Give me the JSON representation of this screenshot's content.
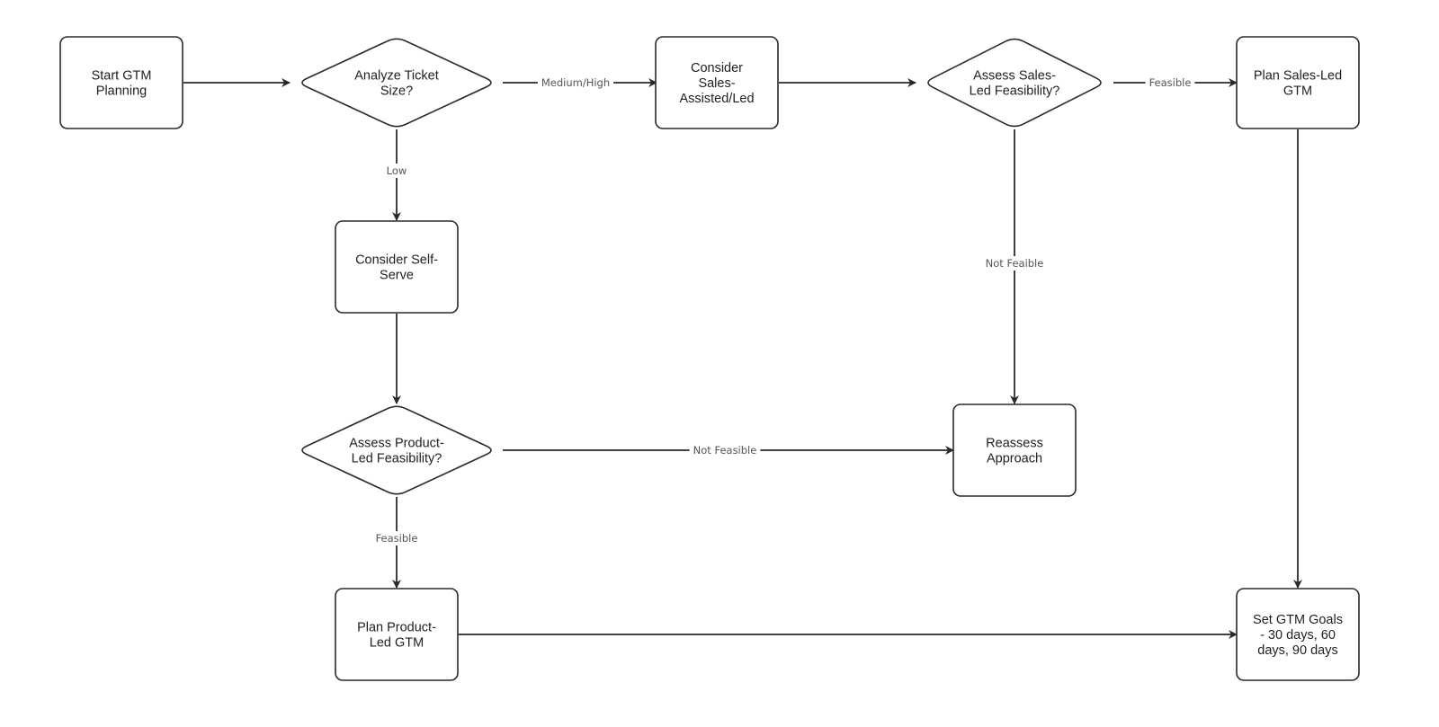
{
  "nodes": [
    {
      "id": "start",
      "shape": "rect",
      "lines": [
        "Start GTM",
        "Planning"
      ]
    },
    {
      "id": "ticket",
      "shape": "diamond",
      "lines": [
        "Analyze Ticket",
        "Size?"
      ]
    },
    {
      "id": "sales_assisted",
      "shape": "rect",
      "lines": [
        "Consider",
        "Sales-",
        "Assisted/Led"
      ]
    },
    {
      "id": "sales_feas",
      "shape": "diamond",
      "lines": [
        "Assess Sales-",
        "Led Feasibility?"
      ]
    },
    {
      "id": "plan_sales",
      "shape": "rect",
      "lines": [
        "Plan Sales-Led",
        "GTM"
      ]
    },
    {
      "id": "self_serve",
      "shape": "rect",
      "lines": [
        "Consider Self-",
        "Serve"
      ]
    },
    {
      "id": "product_feas",
      "shape": "diamond",
      "lines": [
        "Assess Product-",
        "Led Feasibility?"
      ]
    },
    {
      "id": "reassess",
      "shape": "rect",
      "lines": [
        "Reassess",
        "Approach"
      ]
    },
    {
      "id": "plan_product",
      "shape": "rect",
      "lines": [
        "Plan Product-",
        "Led GTM"
      ]
    },
    {
      "id": "goals",
      "shape": "rect",
      "lines": [
        "Set GTM Goals",
        "- 30 days, 60",
        "days, 90 days"
      ]
    }
  ],
  "edges": [
    {
      "id": "e1",
      "from": "start",
      "to": "ticket",
      "label": ""
    },
    {
      "id": "e2",
      "from": "ticket",
      "to": "sales_assisted",
      "label": "Medium/High"
    },
    {
      "id": "e3",
      "from": "sales_assisted",
      "to": "sales_feas",
      "label": ""
    },
    {
      "id": "e4",
      "from": "sales_feas",
      "to": "plan_sales",
      "label": "Feasible"
    },
    {
      "id": "e5",
      "from": "ticket",
      "to": "self_serve",
      "label": "Low"
    },
    {
      "id": "e6",
      "from": "self_serve",
      "to": "product_feas",
      "label": ""
    },
    {
      "id": "e7",
      "from": "product_feas",
      "to": "reassess",
      "label": "Not Feasible"
    },
    {
      "id": "e8",
      "from": "sales_feas",
      "to": "reassess",
      "label": "Not Feaible"
    },
    {
      "id": "e9",
      "from": "product_feas",
      "to": "plan_product",
      "label": "Feasible"
    },
    {
      "id": "e10",
      "from": "plan_sales",
      "to": "goals",
      "label": ""
    },
    {
      "id": "e11",
      "from": "plan_product",
      "to": "goals",
      "label": ""
    }
  ]
}
